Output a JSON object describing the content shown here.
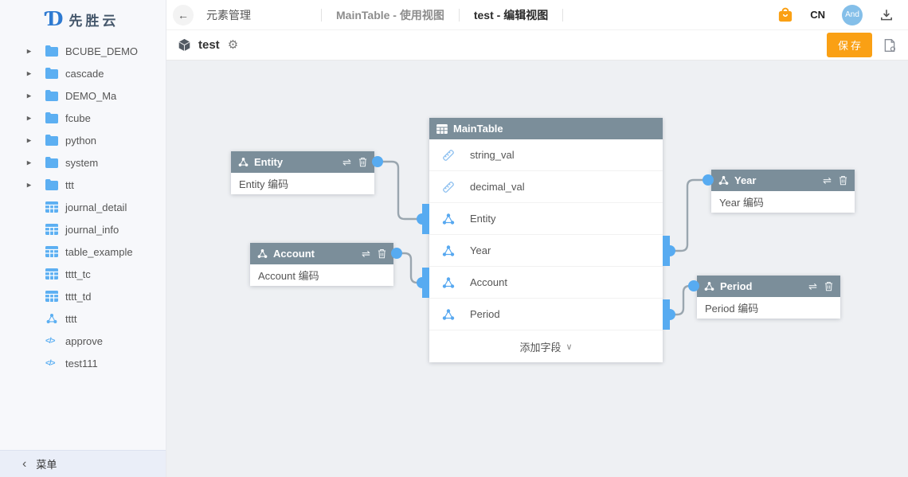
{
  "sidebar": {
    "logo": {
      "text": "先胜云"
    },
    "items": [
      {
        "label": "BCUBE_DEMO",
        "type": "folder"
      },
      {
        "label": "cascade",
        "type": "folder"
      },
      {
        "label": "DEMO_Ma",
        "type": "folder"
      },
      {
        "label": "fcube",
        "type": "folder"
      },
      {
        "label": "python",
        "type": "folder"
      },
      {
        "label": "system",
        "type": "folder"
      },
      {
        "label": "ttt",
        "type": "folder"
      },
      {
        "label": "journal_detail",
        "type": "table"
      },
      {
        "label": "journal_info",
        "type": "table"
      },
      {
        "label": "table_example",
        "type": "table"
      },
      {
        "label": "tttt_tc",
        "type": "table"
      },
      {
        "label": "tttt_td",
        "type": "table"
      },
      {
        "label": "tttt",
        "type": "dimension"
      },
      {
        "label": "approve",
        "type": "script"
      },
      {
        "label": "test111",
        "type": "script"
      }
    ],
    "collapse_label": "菜单"
  },
  "topbar": {
    "title": "元素管理",
    "tabs": [
      {
        "label": "MainTable - 使用视图",
        "active": false
      },
      {
        "label": "test - 编辑视图",
        "active": true
      }
    ],
    "locale": "CN",
    "avatar": "And"
  },
  "toolbar": {
    "element_name": "test",
    "save_label": "保存"
  },
  "canvas": {
    "main_table": {
      "title": "MainTable",
      "fields": [
        {
          "name": "string_val",
          "icon": "measure-icon"
        },
        {
          "name": "decimal_val",
          "icon": "measure-icon"
        },
        {
          "name": "Entity",
          "icon": "dimension-icon"
        },
        {
          "name": "Year",
          "icon": "dimension-icon"
        },
        {
          "name": "Account",
          "icon": "dimension-icon"
        },
        {
          "name": "Period",
          "icon": "dimension-icon"
        }
      ],
      "add_field_label": "添加字段"
    },
    "dim_nodes": [
      {
        "title": "Entity",
        "field": "Entity 编码"
      },
      {
        "title": "Account",
        "field": "Account 编码"
      },
      {
        "title": "Year",
        "field": "Year 编码"
      },
      {
        "title": "Period",
        "field": "Period 编码"
      }
    ]
  },
  "colors": {
    "accent_orange": "#faa014",
    "port_blue": "#57abf1",
    "node_header_slate": "#7b8e9a",
    "icon_blue": "#5caff2"
  }
}
